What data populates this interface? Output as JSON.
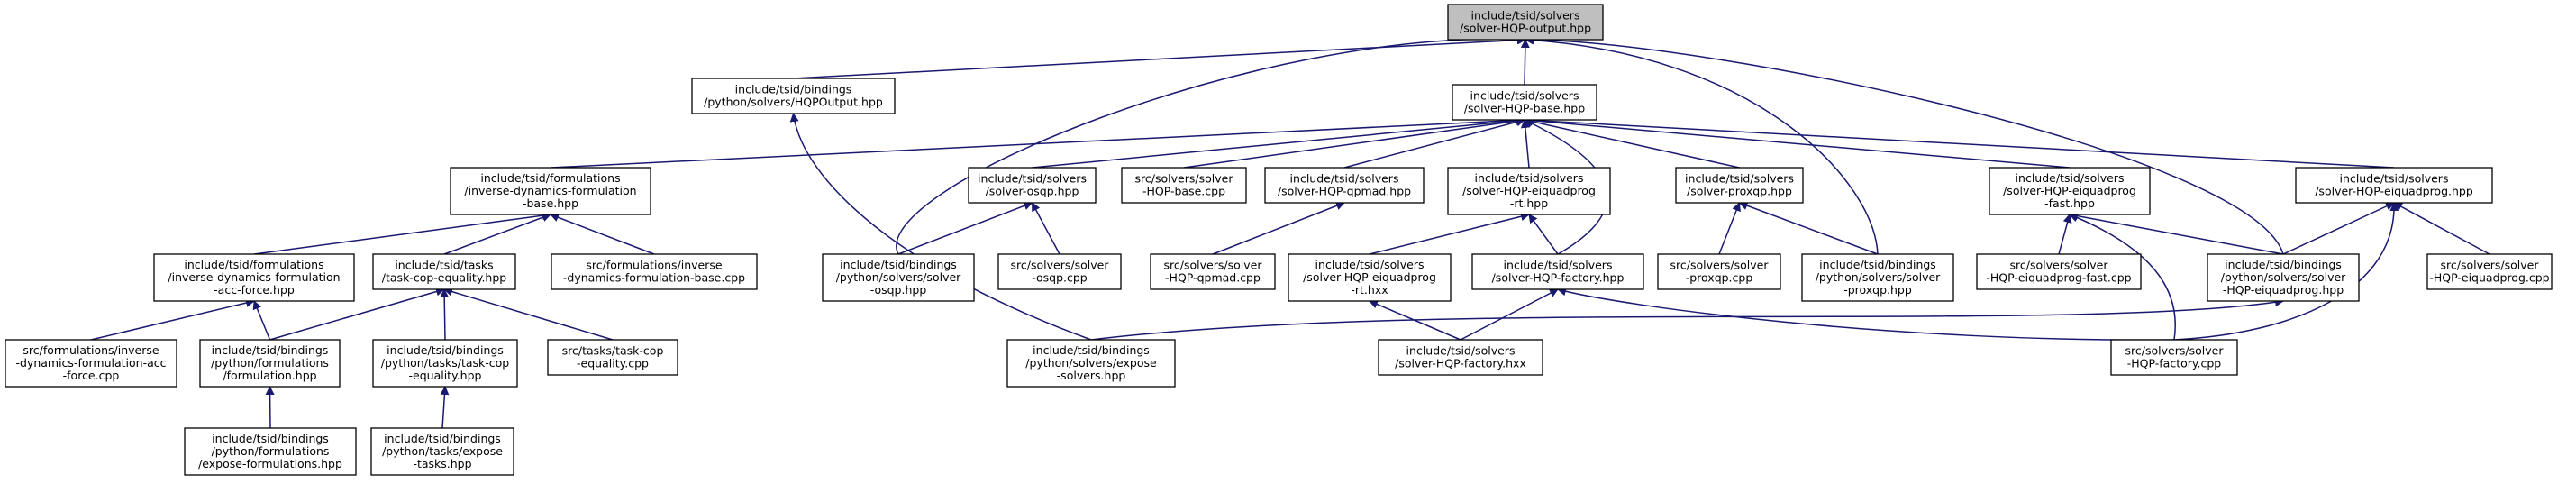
{
  "diagram": {
    "type": "include-dependency-graph",
    "edge_color": "#191970",
    "root_fill": "#bfbfbf",
    "nodes": [
      {
        "id": "root",
        "lines": [
          "include/tsid/solvers",
          "/solver-HQP-output.hpp"
        ],
        "root": true
      },
      {
        "id": "hqpoutput_binding",
        "lines": [
          "include/tsid/bindings",
          "/python/solvers/HQPOutput.hpp"
        ]
      },
      {
        "id": "hqp_base",
        "lines": [
          "include/tsid/solvers",
          "/solver-HQP-base.hpp"
        ]
      },
      {
        "id": "idf_base",
        "lines": [
          "include/tsid/formulations",
          "/inverse-dynamics-formulation",
          "-base.hpp"
        ]
      },
      {
        "id": "osqp",
        "lines": [
          "include/tsid/solvers",
          "/solver-osqp.hpp"
        ]
      },
      {
        "id": "hqp_base_cpp",
        "lines": [
          "src/solvers/solver",
          "-HQP-base.cpp"
        ]
      },
      {
        "id": "qpmad",
        "lines": [
          "include/tsid/solvers",
          "/solver-HQP-qpmad.hpp"
        ]
      },
      {
        "id": "eiquad_rt",
        "lines": [
          "include/tsid/solvers",
          "/solver-HQP-eiquadprog",
          "-rt.hpp"
        ]
      },
      {
        "id": "proxqp",
        "lines": [
          "include/tsid/solvers",
          "/solver-proxqp.hpp"
        ]
      },
      {
        "id": "eiquad_fast",
        "lines": [
          "include/tsid/solvers",
          "/solver-HQP-eiquadprog",
          "-fast.hpp"
        ]
      },
      {
        "id": "eiquad",
        "lines": [
          "include/tsid/solvers",
          "/solver-HQP-eiquadprog.hpp"
        ]
      },
      {
        "id": "idf_acc",
        "lines": [
          "include/tsid/formulations",
          "/inverse-dynamics-formulation",
          "-acc-force.hpp"
        ]
      },
      {
        "id": "task_cop",
        "lines": [
          "include/tsid/tasks",
          "/task-cop-equality.hpp"
        ]
      },
      {
        "id": "idf_base_cpp",
        "lines": [
          "src/formulations/inverse",
          "-dynamics-formulation-base.cpp"
        ]
      },
      {
        "id": "osqp_binding",
        "lines": [
          "include/tsid/bindings",
          "/python/solvers/solver",
          "-osqp.hpp"
        ]
      },
      {
        "id": "osqp_cpp",
        "lines": [
          "src/solvers/solver",
          "-osqp.cpp"
        ]
      },
      {
        "id": "qpmad_cpp",
        "lines": [
          "src/solvers/solver",
          "-HQP-qpmad.cpp"
        ]
      },
      {
        "id": "eiquad_rt_hxx",
        "lines": [
          "include/tsid/solvers",
          "/solver-HQP-eiquadprog",
          "-rt.hxx"
        ]
      },
      {
        "id": "factory_hpp",
        "lines": [
          "include/tsid/solvers",
          "/solver-HQP-factory.hpp"
        ]
      },
      {
        "id": "proxqp_cpp",
        "lines": [
          "src/solvers/solver",
          "-proxqp.cpp"
        ]
      },
      {
        "id": "proxqp_binding",
        "lines": [
          "include/tsid/bindings",
          "/python/solvers/solver",
          "-proxqp.hpp"
        ]
      },
      {
        "id": "eiquad_fast_cpp",
        "lines": [
          "src/solvers/solver",
          "-HQP-eiquadprog-fast.cpp"
        ]
      },
      {
        "id": "eiquad_binding",
        "lines": [
          "include/tsid/bindings",
          "/python/solvers/solver",
          "-HQP-eiquadprog.hpp"
        ]
      },
      {
        "id": "eiquad_cpp",
        "lines": [
          "src/solvers/solver",
          "-HQP-eiquadprog.cpp"
        ]
      },
      {
        "id": "idf_acc_cpp",
        "lines": [
          "src/formulations/inverse",
          "-dynamics-formulation-acc",
          "-force.cpp"
        ]
      },
      {
        "id": "formulation_binding",
        "lines": [
          "include/tsid/bindings",
          "/python/formulations",
          "/formulation.hpp"
        ]
      },
      {
        "id": "task_cop_binding",
        "lines": [
          "include/tsid/bindings",
          "/python/tasks/task-cop",
          "-equality.hpp"
        ]
      },
      {
        "id": "task_cop_cpp",
        "lines": [
          "src/tasks/task-cop",
          "-equality.cpp"
        ]
      },
      {
        "id": "expose_solvers",
        "lines": [
          "include/tsid/bindings",
          "/python/solvers/expose",
          "-solvers.hpp"
        ]
      },
      {
        "id": "factory_hxx",
        "lines": [
          "include/tsid/solvers",
          "/solver-HQP-factory.hxx"
        ]
      },
      {
        "id": "factory_cpp",
        "lines": [
          "src/solvers/solver",
          "-HQP-factory.cpp"
        ]
      },
      {
        "id": "expose_formulations",
        "lines": [
          "include/tsid/bindings",
          "/python/formulations",
          "/expose-formulations.hpp"
        ]
      },
      {
        "id": "expose_tasks",
        "lines": [
          "include/tsid/bindings",
          "/python/tasks/expose",
          "-tasks.hpp"
        ]
      }
    ],
    "edges": [
      {
        "from": "hqpoutput_binding",
        "to": "root"
      },
      {
        "from": "hqp_base",
        "to": "root"
      },
      {
        "from": "osqp_binding",
        "to": "root"
      },
      {
        "from": "proxqp_binding",
        "to": "root"
      },
      {
        "from": "eiquad_binding",
        "to": "root"
      },
      {
        "from": "expose_solvers",
        "to": "hqpoutput_binding"
      },
      {
        "from": "idf_base",
        "to": "hqp_base"
      },
      {
        "from": "osqp",
        "to": "hqp_base"
      },
      {
        "from": "hqp_base_cpp",
        "to": "hqp_base"
      },
      {
        "from": "qpmad",
        "to": "hqp_base"
      },
      {
        "from": "eiquad_rt",
        "to": "hqp_base"
      },
      {
        "from": "factory_hpp",
        "to": "hqp_base"
      },
      {
        "from": "proxqp",
        "to": "hqp_base"
      },
      {
        "from": "eiquad_fast",
        "to": "hqp_base"
      },
      {
        "from": "eiquad",
        "to": "hqp_base"
      },
      {
        "from": "idf_acc",
        "to": "idf_base"
      },
      {
        "from": "task_cop",
        "to": "idf_base"
      },
      {
        "from": "idf_base_cpp",
        "to": "idf_base"
      },
      {
        "from": "osqp_binding",
        "to": "osqp"
      },
      {
        "from": "osqp_cpp",
        "to": "osqp"
      },
      {
        "from": "qpmad_cpp",
        "to": "qpmad"
      },
      {
        "from": "eiquad_rt_hxx",
        "to": "eiquad_rt"
      },
      {
        "from": "factory_hpp",
        "to": "eiquad_rt"
      },
      {
        "from": "proxqp_cpp",
        "to": "proxqp"
      },
      {
        "from": "proxqp_binding",
        "to": "proxqp"
      },
      {
        "from": "eiquad_fast_cpp",
        "to": "eiquad_fast"
      },
      {
        "from": "eiquad_binding",
        "to": "eiquad_fast"
      },
      {
        "from": "factory_cpp",
        "to": "eiquad_fast"
      },
      {
        "from": "eiquad_binding",
        "to": "eiquad"
      },
      {
        "from": "eiquad_cpp",
        "to": "eiquad"
      },
      {
        "from": "factory_cpp",
        "to": "eiquad"
      },
      {
        "from": "idf_acc_cpp",
        "to": "idf_acc"
      },
      {
        "from": "formulation_binding",
        "to": "idf_acc"
      },
      {
        "from": "formulation_binding",
        "to": "task_cop"
      },
      {
        "from": "task_cop_binding",
        "to": "task_cop"
      },
      {
        "from": "task_cop_cpp",
        "to": "task_cop"
      },
      {
        "from": "factory_hxx",
        "to": "eiquad_rt_hxx"
      },
      {
        "from": "factory_hxx",
        "to": "factory_hpp"
      },
      {
        "from": "factory_cpp",
        "to": "factory_hpp"
      },
      {
        "from": "expose_solvers",
        "to": "eiquad_binding"
      },
      {
        "from": "expose_formulations",
        "to": "formulation_binding"
      },
      {
        "from": "expose_tasks",
        "to": "task_cop_binding"
      }
    ]
  }
}
